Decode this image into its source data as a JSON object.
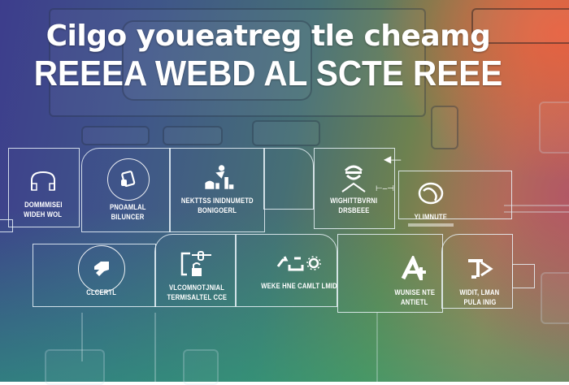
{
  "header": {
    "line1": "Cilgo youeatreg  tle cheamg",
    "line2": "REEEA WEBD AL SCTE REEE"
  },
  "colors": {
    "left": "#3d3d8c",
    "middle": "#466f75",
    "right_top": "#e86040",
    "bottom": "#2aa878",
    "line": "#ebf5fa"
  },
  "nodes": [
    {
      "id": "n1",
      "icon": "headphones-icon",
      "label_line1": "DOMMMISEI",
      "label_line2": "WIDEH WOL"
    },
    {
      "id": "n2",
      "icon": "device-icon",
      "label_line1": "PNOAMLAL",
      "label_line2": "BILUNCER"
    },
    {
      "id": "n3",
      "icon": "people-building-icon",
      "label_line1": "NEKTTSS INIDNUMETD",
      "label_line2": "BONIGOERL"
    },
    {
      "id": "n4",
      "icon": "user-icon",
      "label_line1": "WIGHITTBVRNI",
      "label_line2": "DRSBEEE"
    },
    {
      "id": "n5",
      "icon": "globe-icon",
      "label_line1": "YLIMNUTE",
      "label_line2": ""
    },
    {
      "id": "n6",
      "icon": "hand-icon",
      "label_line1": "CLCERTL",
      "label_line2": ""
    },
    {
      "id": "n7",
      "icon": "lock-icon",
      "label_line1": "VLCOMNOTJNIAL",
      "label_line2": "TERMISALTEL CCE"
    },
    {
      "id": "n8",
      "icon": "gear-link-icon",
      "label_line1": "WEKE HNE CAMLT LMID",
      "label_line2": ""
    },
    {
      "id": "n9",
      "icon": "letter-a-icon",
      "label_line1": "WUNISE NTE",
      "label_line2": "ANTIETL"
    },
    {
      "id": "n10",
      "icon": "play-arrow-icon",
      "label_line1": "WIDIT, LMAN",
      "label_line2": "PULA INIG"
    }
  ]
}
